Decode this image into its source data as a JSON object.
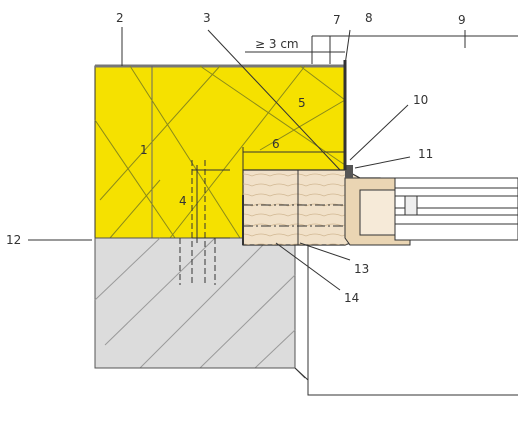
{
  "diagram": {
    "callouts": [
      "1",
      "2",
      "3",
      "4",
      "5",
      "6",
      "7",
      "8",
      "9",
      "10",
      "11",
      "12",
      "13",
      "14"
    ],
    "dimension_text": "≥ 3 cm",
    "colors": {
      "insulation": "#f5e100",
      "concrete": "#dcdcdc",
      "timber": "#f1e1c9",
      "line": "#333333",
      "frame_gray": "#eeeeee"
    }
  }
}
